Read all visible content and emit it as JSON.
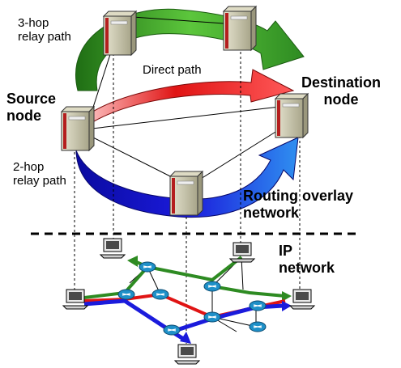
{
  "labels": {
    "three_hop": [
      "3-hop",
      "relay path"
    ],
    "direct": "Direct path",
    "source": [
      "Source",
      "node"
    ],
    "destination": [
      "Destination",
      "node"
    ],
    "two_hop": [
      "2-hop",
      "relay path"
    ],
    "overlay": [
      "Routing overlay",
      "network"
    ],
    "ip": [
      "IP",
      "network"
    ]
  },
  "icons": {
    "server": "server-icon",
    "computer": "computer-icon",
    "router": "router-icon"
  },
  "colors": {
    "three_hop_path": "#2e8b22",
    "direct_path": "#e01414",
    "two_hop_path": "#1b1bdc",
    "server_body": "#c9c6a8",
    "server_stripe": "#b41e1e",
    "router": "#1e90c8",
    "computer_screen": "#4a4a4a"
  }
}
